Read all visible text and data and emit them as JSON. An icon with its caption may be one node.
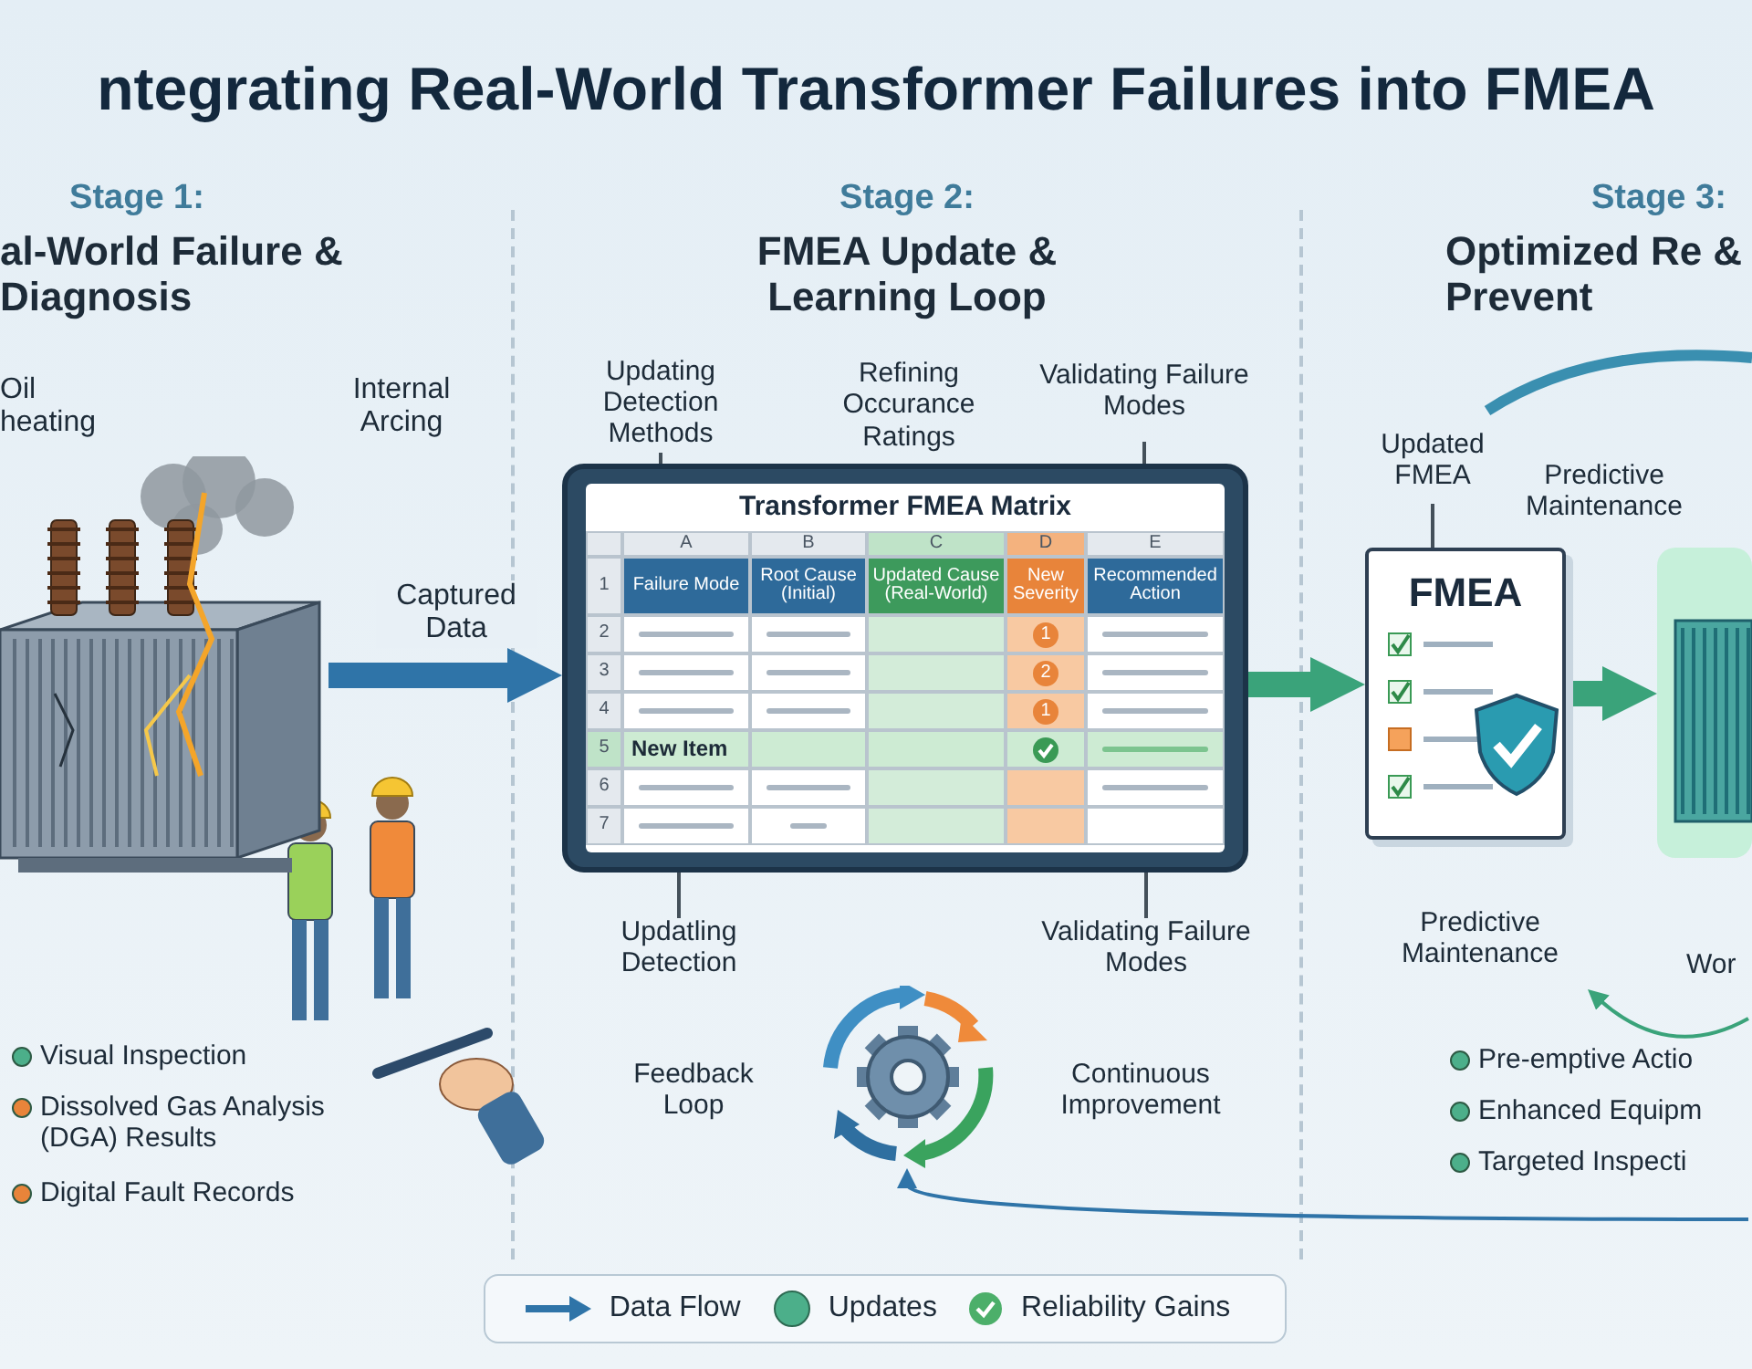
{
  "diagram": {
    "title": "ntegrating Real-World Transformer Failures into FMEA",
    "nodes": [
      {
        "text": [],
        "shape": "picture"
      },
      {
        "text": [
          "Transformer FMEA Matrix"
        ]
      },
      {
        "text": [
          "Updating Detection Methods"
        ]
      },
      {
        "text": [
          "Validating Failure Modes"
        ]
      },
      {
        "text": [
          "Updatling Detection"
        ]
      },
      {
        "text": [
          "Validating Failure Modes"
        ]
      },
      {
        "text": [
          "FMEA"
        ]
      },
      {
        "text": [
          "Updated FMEA"
        ]
      },
      {
        "text": [],
        "shape": "picture"
      },
      {
        "text": [],
        "shape": "picture"
      },
      {
        "text": [
          "Predictive Maintenance"
        ]
      }
    ],
    "edges": [
      {
        "from": 0,
        "to": 1,
        "arrow": "to",
        "label": "Captured Data",
        "style": "thick",
        "color": "#2f74a8"
      },
      {
        "from": 2,
        "to": 1,
        "arrow": "none"
      },
      {
        "from": 3,
        "to": 1,
        "arrow": "none"
      },
      {
        "from": 4,
        "to": 1,
        "arrow": "none"
      },
      {
        "from": 5,
        "to": 1,
        "arrow": "none"
      },
      {
        "from": 1,
        "to": 6,
        "arrow": "to",
        "style": "thick",
        "color": "#3aa37a"
      },
      {
        "from": 7,
        "to": 6,
        "arrow": "none"
      },
      {
        "from": 6,
        "to": 8,
        "arrow": "to",
        "style": "thick",
        "color": "#3aa37a"
      },
      {
        "from": null,
        "to": 9,
        "arrow": "to",
        "color": "#2f74a8"
      },
      {
        "from": null,
        "to": 10,
        "arrow": "to",
        "color": "#3aa37a"
      }
    ],
    "labels": [
      "Stage 1:",
      "al-World Failure & Diagnosis",
      "Stage 2:",
      "FMEA Update & Learning Loop",
      "Stage 3:",
      "Optimized Re & Prevent",
      "Oil heating",
      "Internal Arcing",
      "Refining Occurance Ratings",
      "Predictive Maintenance",
      "A",
      "B",
      "C",
      "D",
      "E",
      "1",
      "Failure Mode",
      "Root Cause (Initial)",
      "Updated Cause (Real-World)",
      "New Severity",
      "Recommended Action",
      "2",
      "1",
      "3",
      "2",
      "4",
      "1",
      "5",
      "New Item",
      "6",
      "7",
      "Feedback Loop",
      "Continuous Improvement",
      "Wor",
      "Visual Inspection",
      "Dissolved Gas Analysis (DGA) Results",
      "Digital Fault Records",
      "Pre-emptive Actio",
      "Enhanced Equipm",
      "Targeted Inspecti"
    ],
    "legend": [
      {
        "text": "Data Flow"
      },
      {
        "text": "Updates",
        "color": "#4caf8a"
      },
      {
        "text": "Reliability Gains"
      }
    ]
  }
}
